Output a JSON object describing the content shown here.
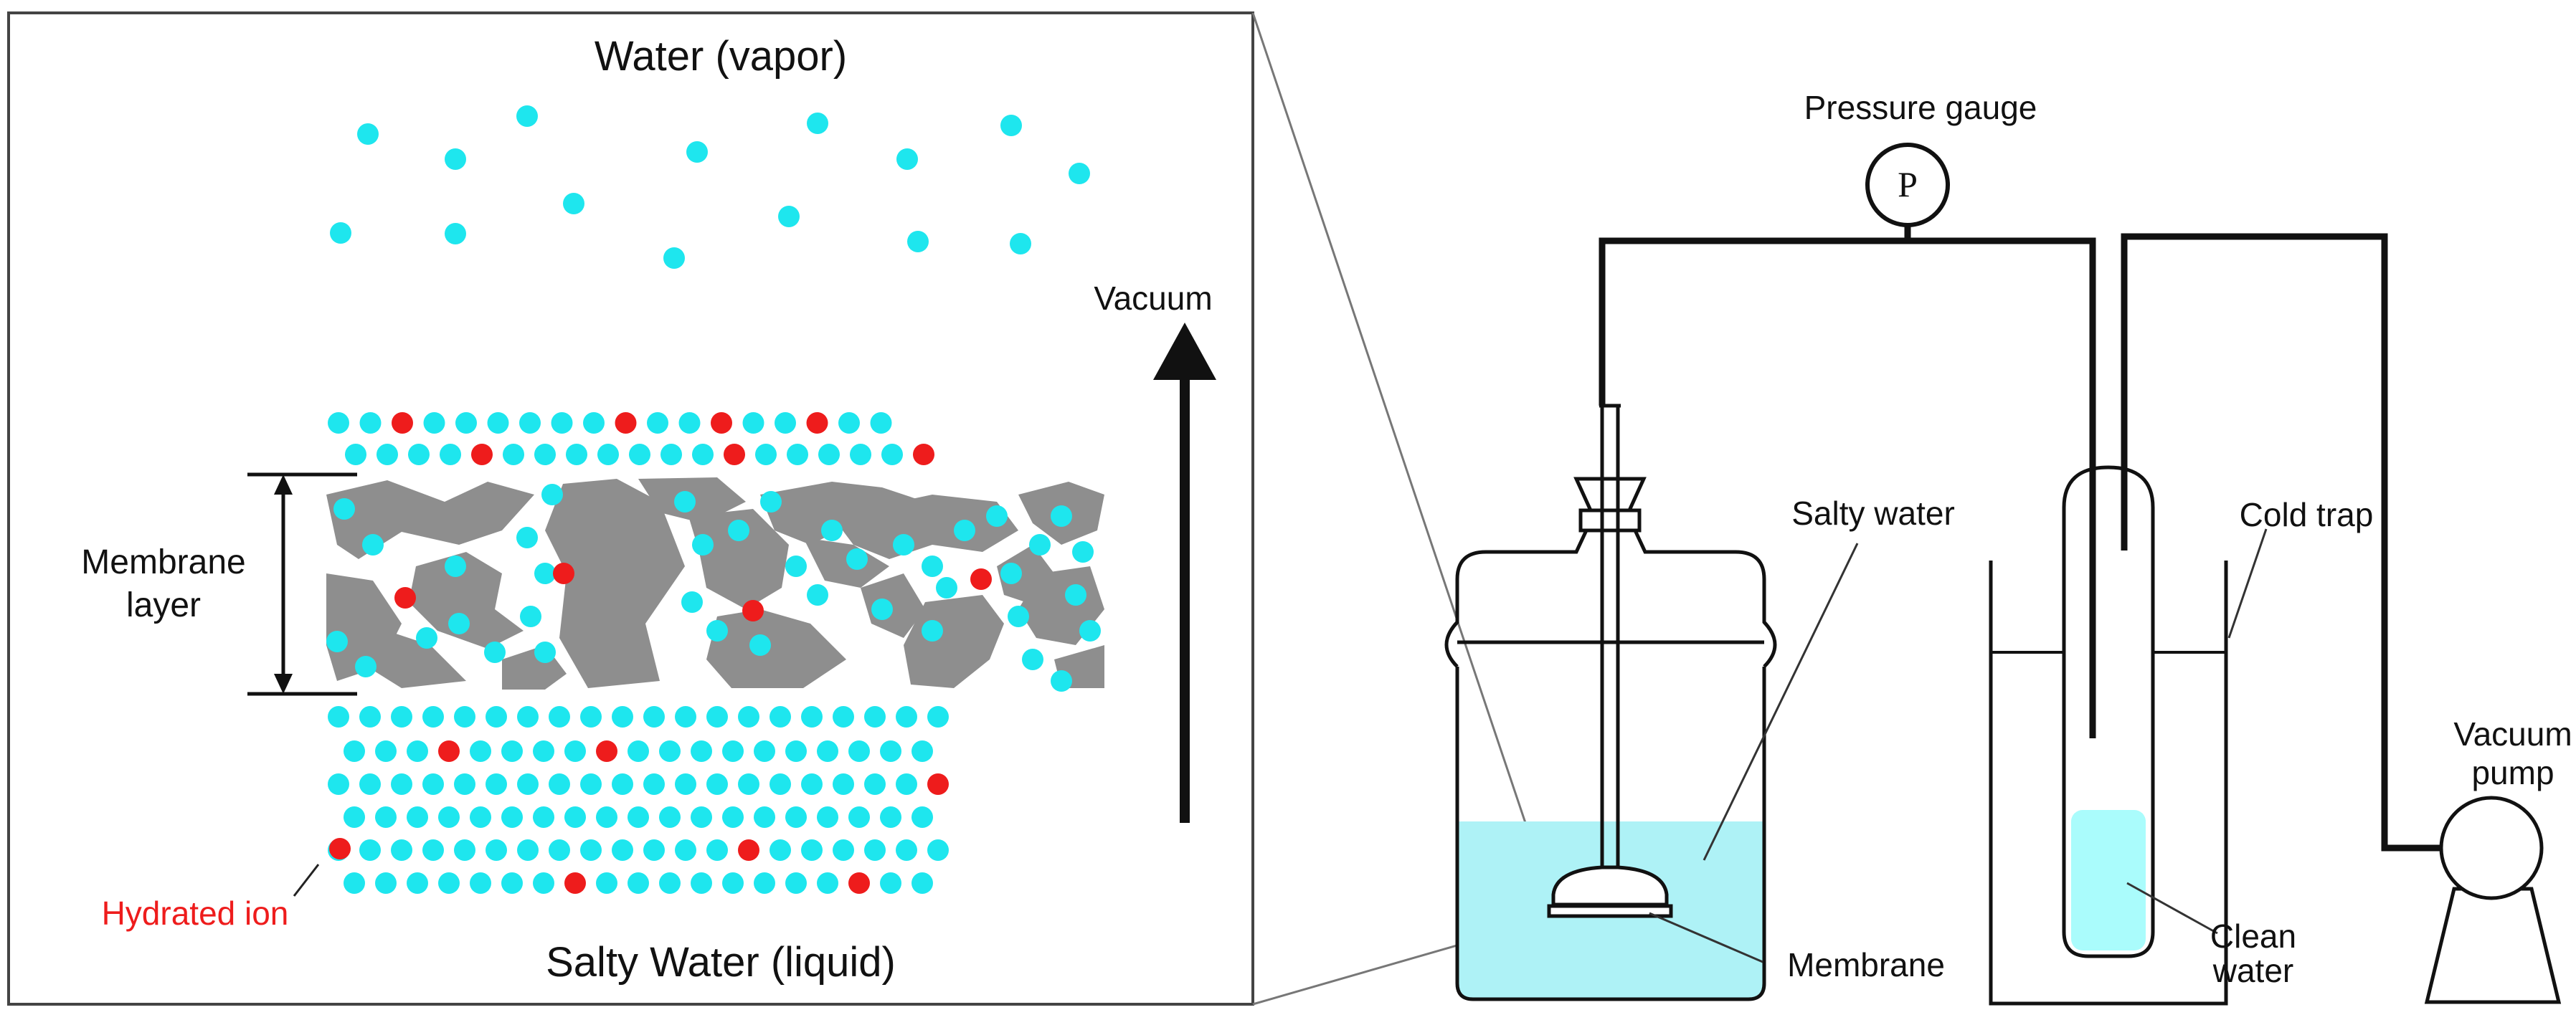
{
  "labels": {
    "water_vapor": "Water (vapor)",
    "vacuum": "Vacuum",
    "membrane_layer_line1": "Membrane",
    "membrane_layer_line2": "layer",
    "hydrated_ion": "Hydrated ion",
    "salty_water_liquid": "Salty Water (liquid)",
    "pressure_gauge": "Pressure gauge",
    "gauge_symbol": "P",
    "salty_water": "Salty water",
    "cold_trap": "Cold trap",
    "vacuum_pump_line1": "Vacuum",
    "vacuum_pump_line2": "pump",
    "membrane": "Membrane",
    "clean_water_line1": "Clean",
    "clean_water_line2": "water"
  },
  "colors": {
    "water_molecule": "#1ee6ee",
    "hydrated_ion": "#ee1c1c",
    "membrane_material": "#8e8e8e",
    "salty_water_fill": "#aef2f6",
    "clean_water_fill": "#aafcfc",
    "line": "#111111",
    "hydrated_ion_label": "#ee1c1c"
  }
}
